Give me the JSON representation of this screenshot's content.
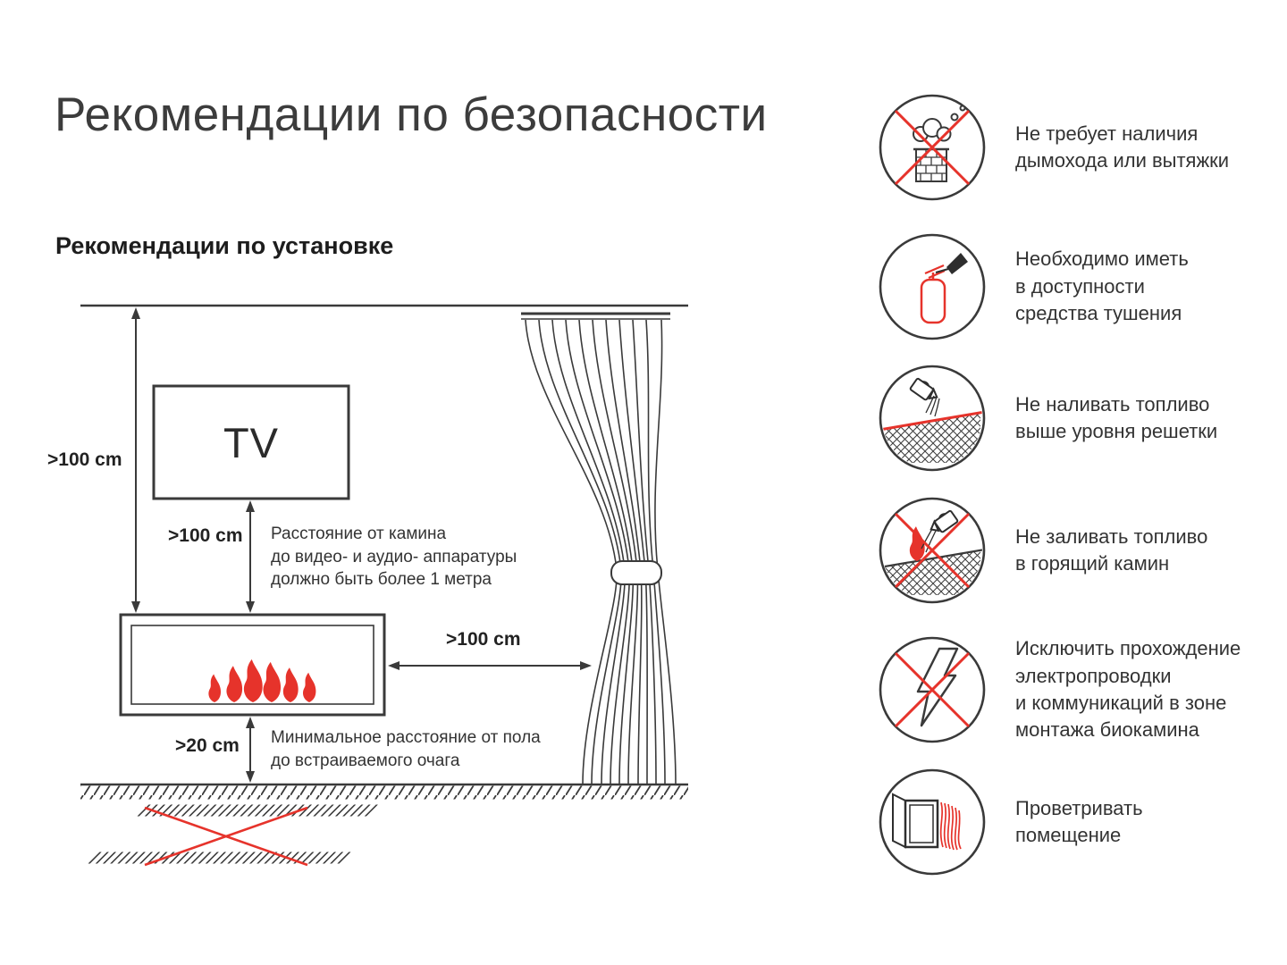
{
  "page": {
    "title": "Рекомендации по безопасности",
    "section_title": "Рекомендации по установке"
  },
  "diagram": {
    "tv_label": "TV",
    "dim_ceiling_to_fireplace": ">100 cm",
    "dim_tv_to_fireplace": ">100 cm",
    "dim_fireplace_to_curtain": ">100 cm",
    "dim_floor_to_fireplace": ">20 cm",
    "note_tv": "Расстояние от камина\nдо видео- и аудио- аппаратуры\nдолжно быть более 1 метра",
    "note_floor": "Минимальное расстояние от пола\nдо встраиваемого очага"
  },
  "safety_items": [
    {
      "icon": "no-chimney-icon",
      "text": "Не требует наличия\nдымохода или вытяжки"
    },
    {
      "icon": "fire-extinguisher-icon",
      "text": "Необходимо иметь\nв доступности\nсредства тушения"
    },
    {
      "icon": "fuel-max-level-icon",
      "text": "Не наливать топливо\nвыше уровня решетки"
    },
    {
      "icon": "no-refuel-burning-icon",
      "text": "Не заливать топливо\nв горящий камин"
    },
    {
      "icon": "no-electric-wiring-icon",
      "text": "Исключить прохождение\nэлектропроводки\nи коммуникаций в зоне\nмонтажа биокамина"
    },
    {
      "icon": "ventilate-room-icon",
      "text": "Проветривать\nпомещение"
    }
  ],
  "colors": {
    "accent_red": "#E6332B",
    "line_dark": "#3A3A3A",
    "text_dark": "#333333"
  }
}
